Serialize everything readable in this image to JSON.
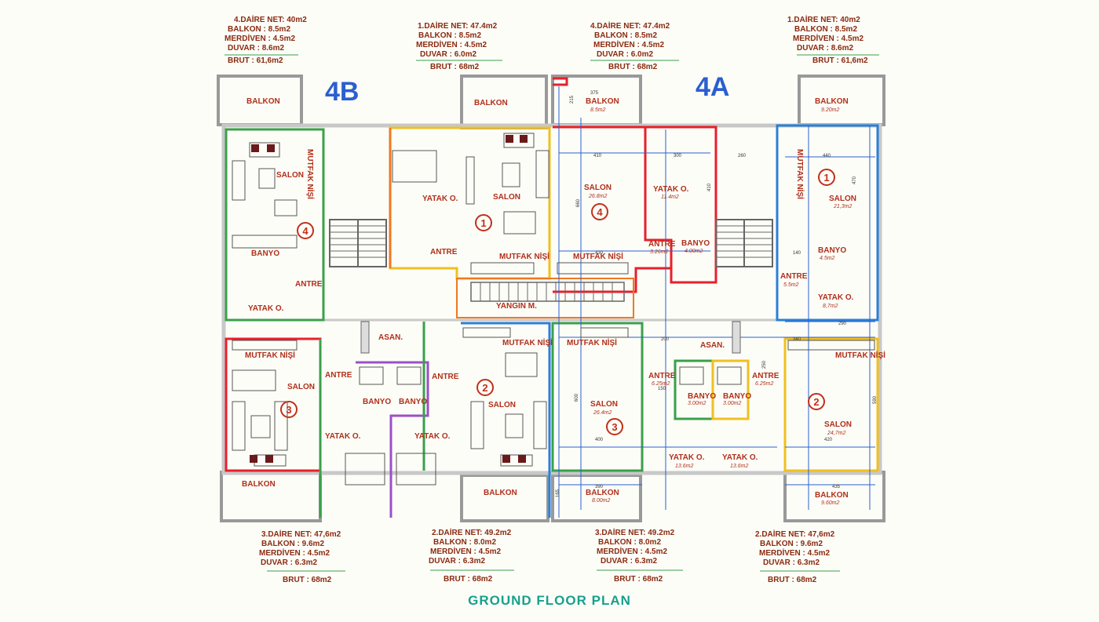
{
  "title": "GROUND FLOOR PLAN",
  "blocks": [
    {
      "label": "4B"
    },
    {
      "label": "4A"
    }
  ],
  "apartment_tables": [
    {
      "net": "4.DAİRE NET: 40m2",
      "balkon": "BALKON      : 8.5m2",
      "merdiven": "MERDİVEN    : 4.5m2",
      "duvar": "DUVAR       : 8.6m2",
      "brut": "BRUT : 61,6m2"
    },
    {
      "net": "1.DAİRE NET: 47.4m2",
      "balkon": "BALKON      : 8.5m2",
      "merdiven": "MERDİVEN   : 4.5m2",
      "duvar": "DUVAR       : 6.0m2",
      "brut": "BRUT : 68m2"
    },
    {
      "net": "4.DAİRE NET: 47.4m2",
      "balkon": "BALKON      : 8.5m2",
      "merdiven": "MERDİVEN   : 4.5m2",
      "duvar": "DUVAR       : 6.0m2",
      "brut": "BRUT : 68m2"
    },
    {
      "net": "1.DAİRE NET: 40m2",
      "balkon": "BALKON      : 8.5m2",
      "merdiven": "MERDİVEN    : 4.5m2",
      "duvar": "DUVAR       : 8.6m2",
      "brut": "BRUT : 61,6m2"
    },
    {
      "net": "3.DAİRE NET: 47,6m2",
      "balkon": "BALKON      : 9.6m2",
      "merdiven": "MERDİVEN   : 4.5m2",
      "duvar": "DUVAR       : 6.3m2",
      "brut": "BRUT : 68m2"
    },
    {
      "net": "2.DAİRE NET: 49.2m2",
      "balkon": "BALKON      : 8.0m2",
      "merdiven": "MERDİVEN   : 4.5m2",
      "duvar": "DUVAR       : 6.3m2",
      "brut": "BRUT : 68m2"
    },
    {
      "net": "3.DAİRE NET: 49.2m2",
      "balkon": "BALKON      : 8.0m2",
      "merdiven": "MERDİVEN   : 4.5m2",
      "duvar": "DUVAR       : 6.3m2",
      "brut": "BRUT : 68m2"
    },
    {
      "net": "2.DAİRE NET: 47,6m2",
      "balkon": "BALKON      : 9.6m2",
      "merdiven": "MERDİVEN   : 4.5m2",
      "duvar": "DUVAR       : 6.3m2",
      "brut": "BRUT : 68m2"
    }
  ],
  "unit_numbers": [
    "4",
    "1",
    "4",
    "1",
    "3",
    "2",
    "3",
    "2"
  ],
  "rooms": {
    "balkon": "BALKON",
    "salon": "SALON",
    "yatak": "YATAK O.",
    "banyo": "BANYO",
    "antre": "ANTRE",
    "asan": "ASAN.",
    "mutfak": "MUTFAK NİŞİ",
    "yangin": "YANGIN M."
  },
  "areas": {
    "balkon_4a_top_left": "8.5m2",
    "balkon_4a_top_right": "9.20m2",
    "salon_4": "26.8m2",
    "yatak_4": "11.4m2",
    "antre_4": "3.26m2",
    "banyo_4": "4.00m2",
    "salon_1": "21,3m2",
    "banyo_1": "4.5m2",
    "antre_1": "5.5m2",
    "yatak_1": "8,7m2",
    "salon_3": "26.4m2",
    "antre_3": "6.25m2",
    "antre_2": "6.25m2",
    "banyo_3": "3.00m2",
    "banyo_2": "3.00m2",
    "yatak_3": "13.6m2",
    "yatak_2": "13.6m2",
    "salon_2": "24,7m2",
    "balkon_4a_bottom_left": "8.00m2",
    "balkon_4a_bottom_right": "9.60m2"
  },
  "dimensions": [
    "375",
    "215",
    "410",
    "300",
    "260",
    "440",
    "470",
    "660",
    "430",
    "290",
    "140",
    "410",
    "200",
    "390",
    "340",
    "150",
    "250",
    "420",
    "435",
    "165",
    "590",
    "400",
    "600"
  ],
  "colors": {
    "title": "#17a08c",
    "blocks": "#2b5fd0",
    "text": "#8a2a10",
    "unit4": "#e8202a",
    "unit1": "#2a7fd8",
    "green": "#3aa04a",
    "yellow": "#f0c020",
    "purple": "#9a50c8",
    "orange": "#f07820"
  }
}
